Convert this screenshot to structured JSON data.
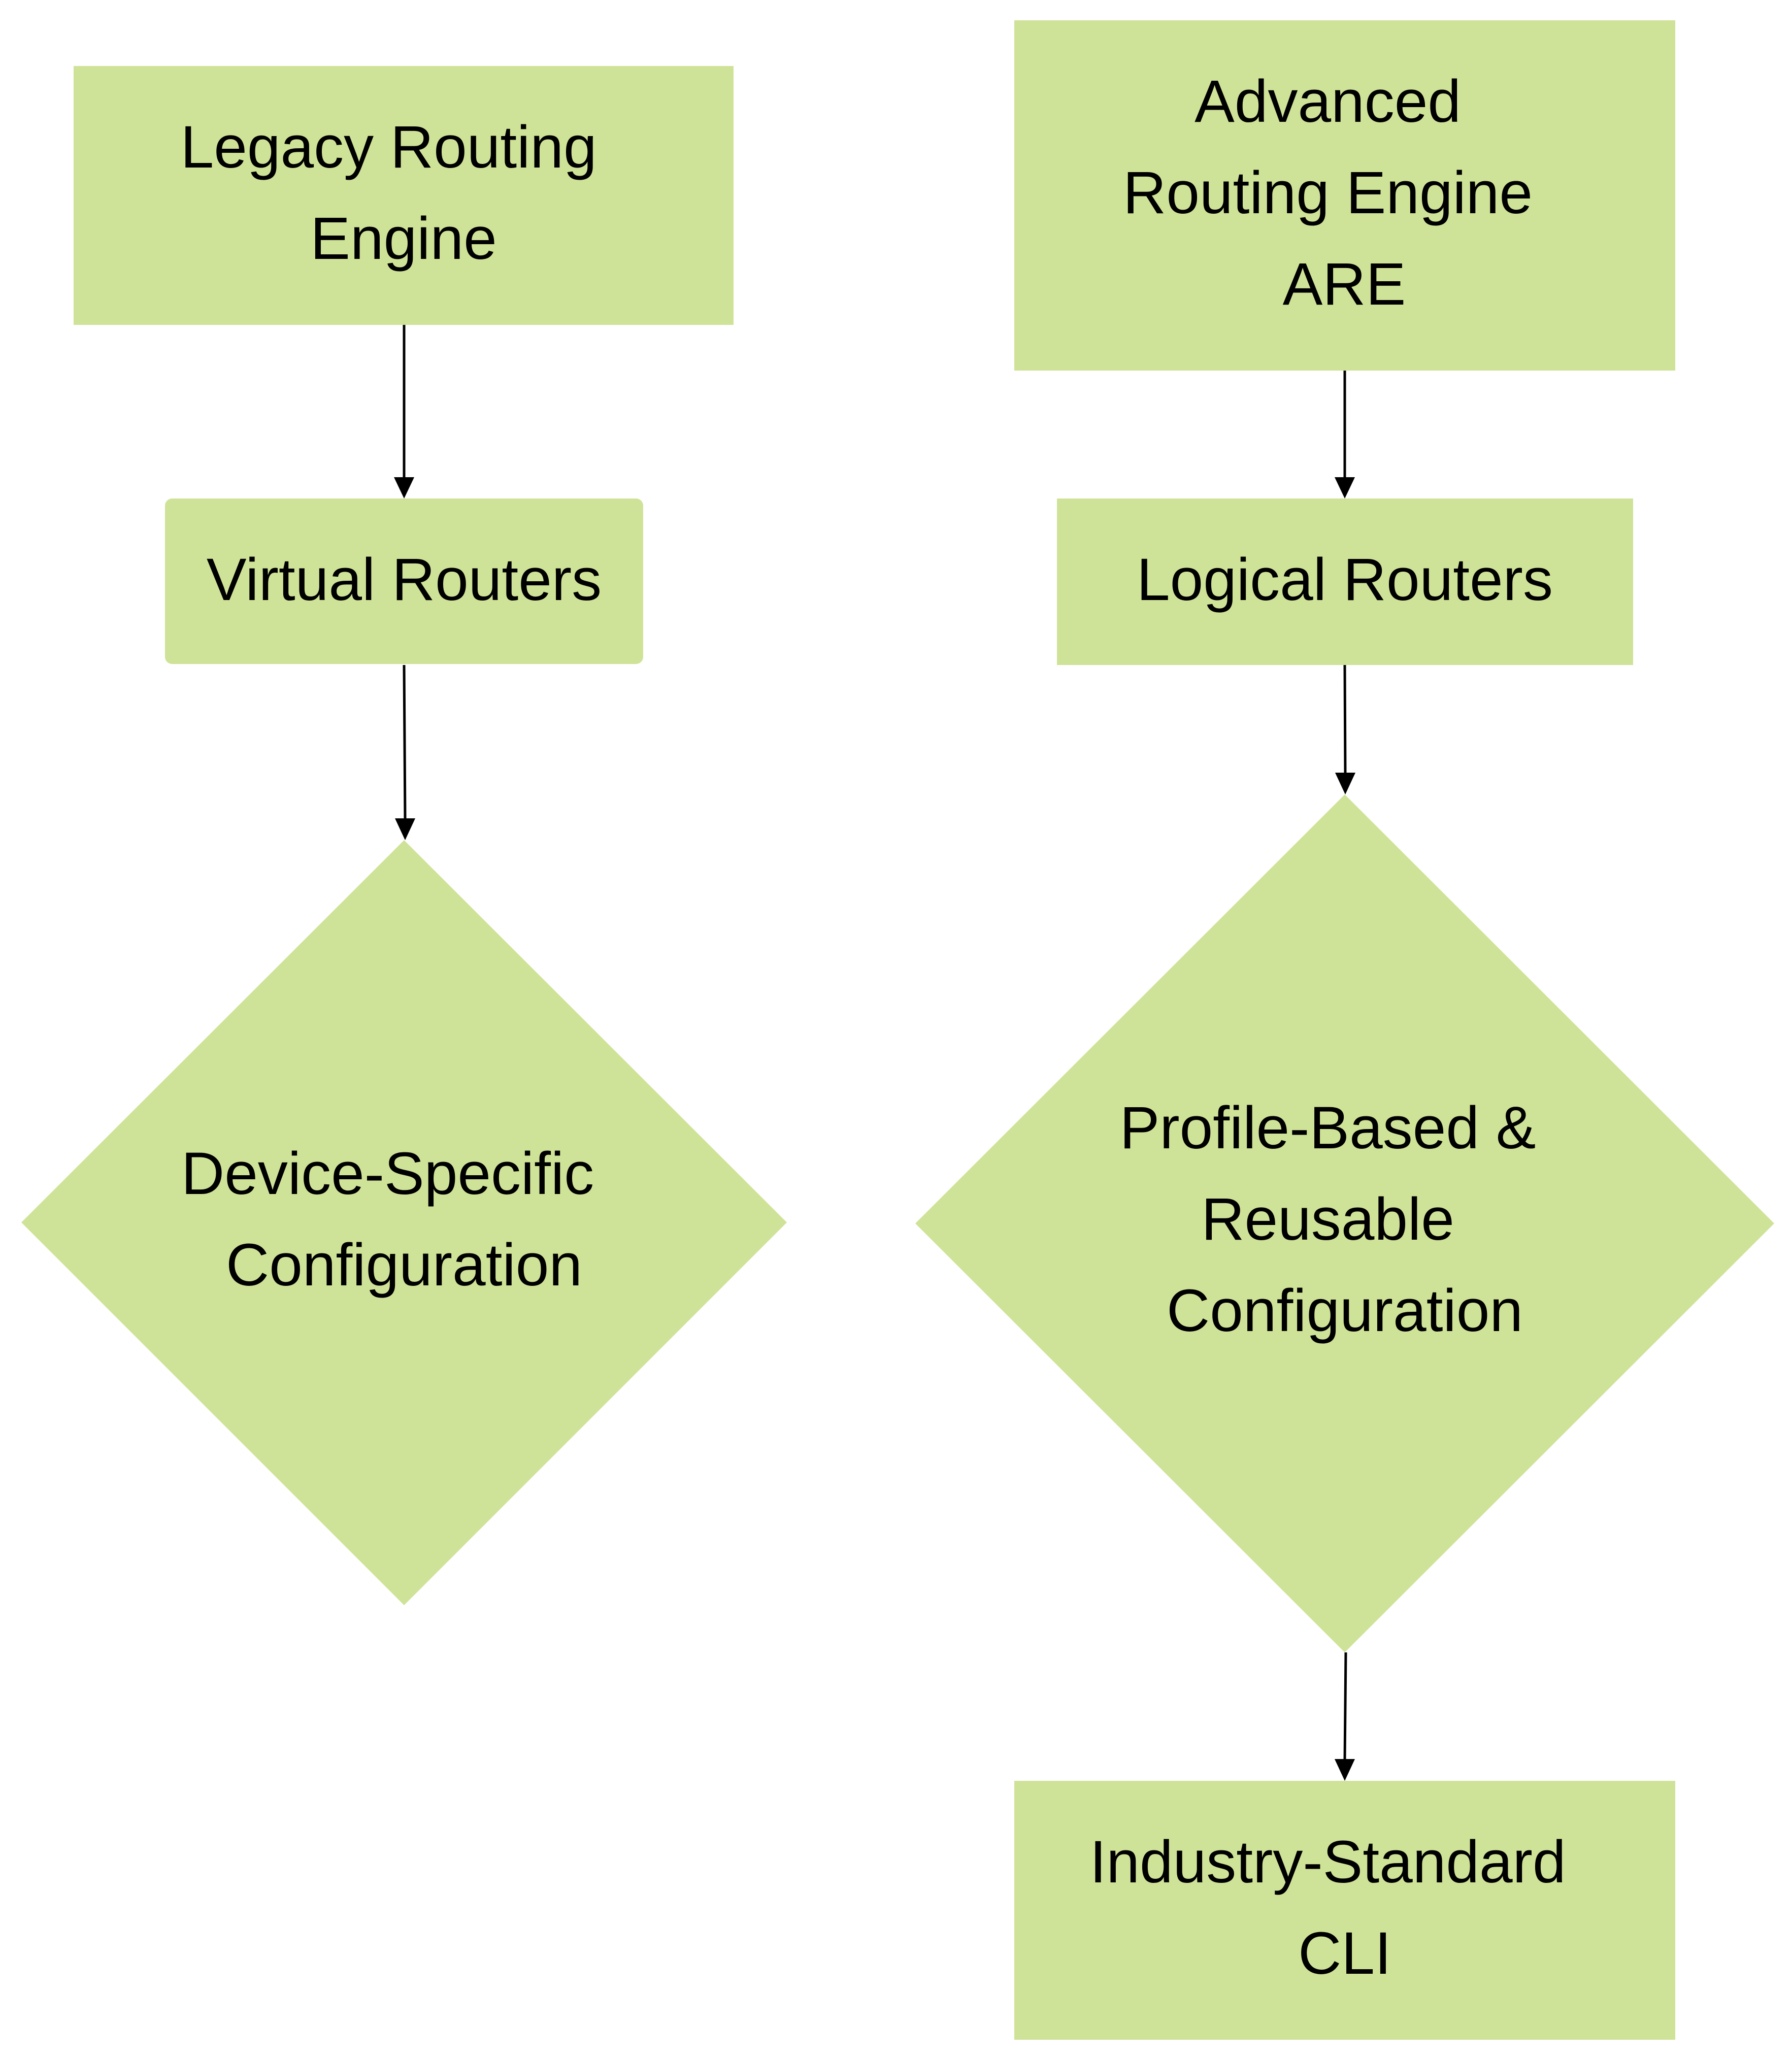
{
  "diagram": {
    "nodes": {
      "legacy": {
        "lines": [
          "Legacy Routing",
          "Engine"
        ]
      },
      "virtual": {
        "lines": [
          "Virtual Routers"
        ]
      },
      "device": {
        "lines": [
          "Device-Specific",
          "Configuration"
        ]
      },
      "advanced": {
        "lines": [
          "Advanced",
          "Routing Engine",
          "ARE"
        ]
      },
      "logical": {
        "lines": [
          "Logical Routers"
        ]
      },
      "profile": {
        "lines": [
          "Profile-Based &",
          "Reusable",
          "Configuration"
        ]
      },
      "cli": {
        "lines": [
          "Industry-Standard",
          "CLI"
        ]
      }
    },
    "colors": {
      "node_fill": "#cfe398",
      "edge": "#000000",
      "text": "#000000"
    }
  }
}
